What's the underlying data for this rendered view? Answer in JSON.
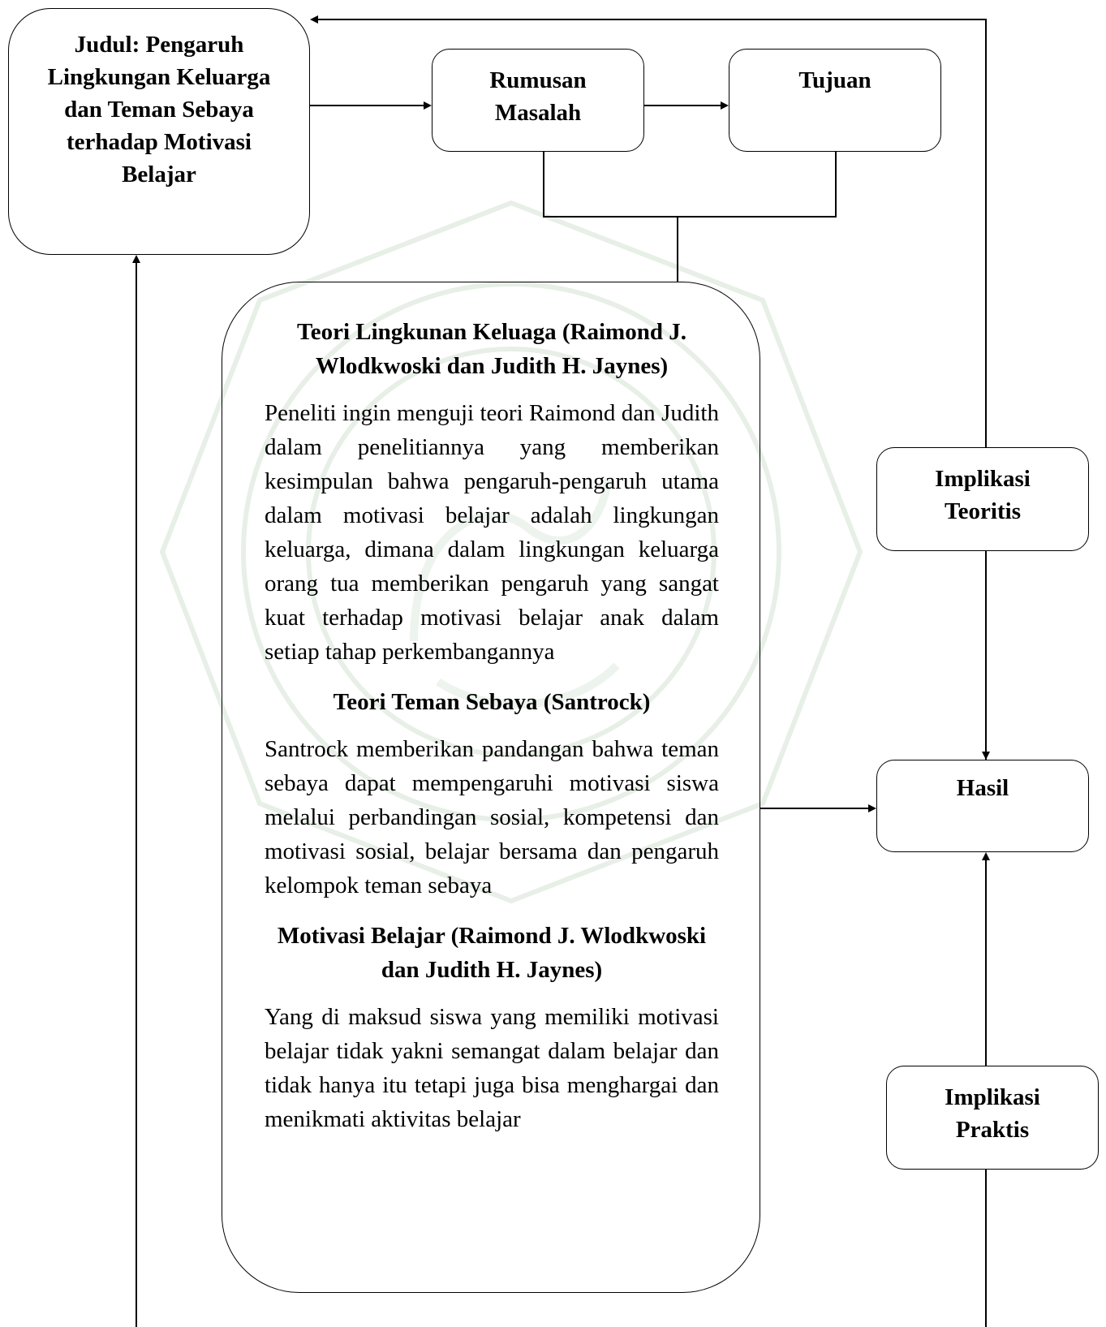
{
  "nodes": {
    "judul": {
      "lines": [
        "Judul: Pengaruh",
        "Lingkungan Keluarga",
        "dan Teman Sebaya",
        "terhadap Motivasi",
        "Belajar"
      ]
    },
    "rumusan": {
      "lines": [
        "Rumusan",
        "Masalah"
      ]
    },
    "tujuan": {
      "lines": [
        "Tujuan"
      ]
    },
    "implikasi_teoritis": {
      "lines": [
        "Implikasi",
        "Teoritis"
      ]
    },
    "hasil": {
      "lines": [
        "Hasil"
      ]
    },
    "implikasi_praktis": {
      "lines": [
        "Implikasi",
        "Praktis"
      ]
    }
  },
  "theory": {
    "sections": [
      {
        "title": "Teori Lingkunan Keluaga (Raimond J. Wlodkwoski dan Judith H. Jaynes)",
        "text": "Peneliti ingin menguji teori Raimond dan Judith dalam penelitiannya yang memberikan kesimpulan bahwa pengaruh-pengaruh utama dalam motivasi belajar adalah lingkungan keluarga, dimana dalam lingkungan keluarga orang tua memberikan pengaruh yang sangat kuat terhadap motivasi belajar anak dalam setiap tahap perkembangannya"
      },
      {
        "title": "Teori Teman Sebaya (Santrock)",
        "text": "Santrock memberikan pandangan bahwa teman sebaya dapat mempengaruhi motivasi siswa melalui perbandingan sosial, kompetensi dan motivasi sosial, belajar bersama dan pengaruh kelompok teman sebaya"
      },
      {
        "title": "Motivasi Belajar (Raimond J. Wlodkwoski dan Judith H. Jaynes)",
        "text": "Yang di maksud siswa yang memiliki motivasi belajar tidak yakni semangat dalam belajar dan tidak hanya itu tetapi juga bisa menghargai dan menikmati aktivitas belajar"
      }
    ]
  },
  "colors": {
    "line": "#000000",
    "watermark": "#2e7d32"
  }
}
